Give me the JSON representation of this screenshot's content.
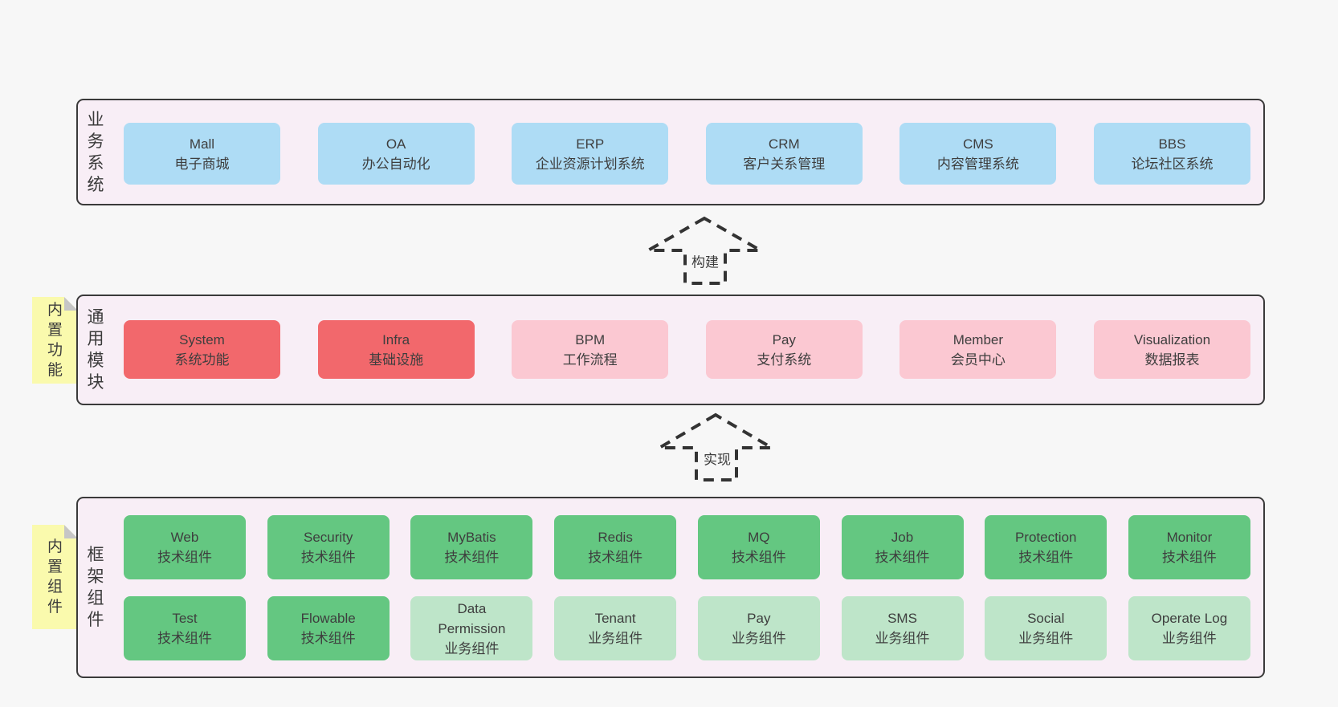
{
  "business": {
    "label": "业务系统",
    "items": [
      {
        "title": "Mall",
        "subtitle": "电子商城"
      },
      {
        "title": "OA",
        "subtitle": "办公自动化"
      },
      {
        "title": "ERP",
        "subtitle": "企业资源计划系统"
      },
      {
        "title": "CRM",
        "subtitle": "客户关系管理"
      },
      {
        "title": "CMS",
        "subtitle": "内容管理系统"
      },
      {
        "title": "BBS",
        "subtitle": "论坛社区系统"
      }
    ]
  },
  "arrows": {
    "build": "构建",
    "implement": "实现"
  },
  "modules": {
    "label": "通用模块",
    "note": "内置功能",
    "items": [
      {
        "title": "System",
        "subtitle": "系统功能"
      },
      {
        "title": "Infra",
        "subtitle": "基础设施"
      },
      {
        "title": "BPM",
        "subtitle": "工作流程"
      },
      {
        "title": "Pay",
        "subtitle": "支付系统"
      },
      {
        "title": "Member",
        "subtitle": "会员中心"
      },
      {
        "title": "Visualization",
        "subtitle": "数据报表"
      }
    ]
  },
  "components": {
    "label": "框架组件",
    "note": "内置组件",
    "row1": [
      {
        "title": "Web",
        "subtitle": "技术组件"
      },
      {
        "title": "Security",
        "subtitle": "技术组件"
      },
      {
        "title": "MyBatis",
        "subtitle": "技术组件"
      },
      {
        "title": "Redis",
        "subtitle": "技术组件"
      },
      {
        "title": "MQ",
        "subtitle": "技术组件"
      },
      {
        "title": "Job",
        "subtitle": "技术组件"
      },
      {
        "title": "Protection",
        "subtitle": "技术组件"
      },
      {
        "title": "Monitor",
        "subtitle": "技术组件"
      }
    ],
    "row2": [
      {
        "title": "Test",
        "subtitle": "技术组件"
      },
      {
        "title": "Flowable",
        "subtitle": "技术组件"
      },
      {
        "title": "Data Permission",
        "subtitle": "业务组件"
      },
      {
        "title": "Tenant",
        "subtitle": "业务组件"
      },
      {
        "title": "Pay",
        "subtitle": "业务组件"
      },
      {
        "title": "SMS",
        "subtitle": "业务组件"
      },
      {
        "title": "Social",
        "subtitle": "业务组件"
      },
      {
        "title": "Operate Log",
        "subtitle": "业务组件"
      }
    ]
  },
  "colors": {
    "page_bg": "#f7f7f7",
    "panel_bg": "#f8eef6",
    "panel_border": "#3a3a3a",
    "business_box": "#aedcf5",
    "module_core_box": "#f2686c",
    "module_optional_box": "#fbc8d2",
    "component_tech_box": "#64c781",
    "component_biz_box": "#bee5c9",
    "sticky_note_bg": "#fafaad",
    "text": "#3e3e3e"
  }
}
